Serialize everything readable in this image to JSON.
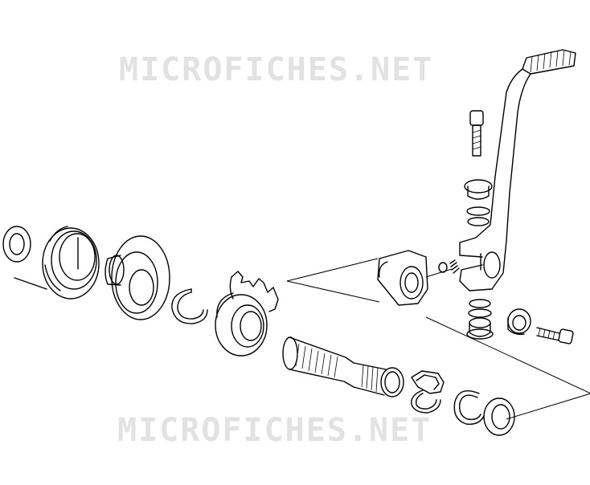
{
  "watermark": {
    "top_text": "MICROFICHES.NET",
    "bottom_text": "MICROFICHES.NET",
    "color": "#e2e2e2"
  },
  "diagram": {
    "subject": "kick-start lever and shaft assembly exploded view",
    "line_color": "#000000",
    "background": "#ffffff"
  }
}
